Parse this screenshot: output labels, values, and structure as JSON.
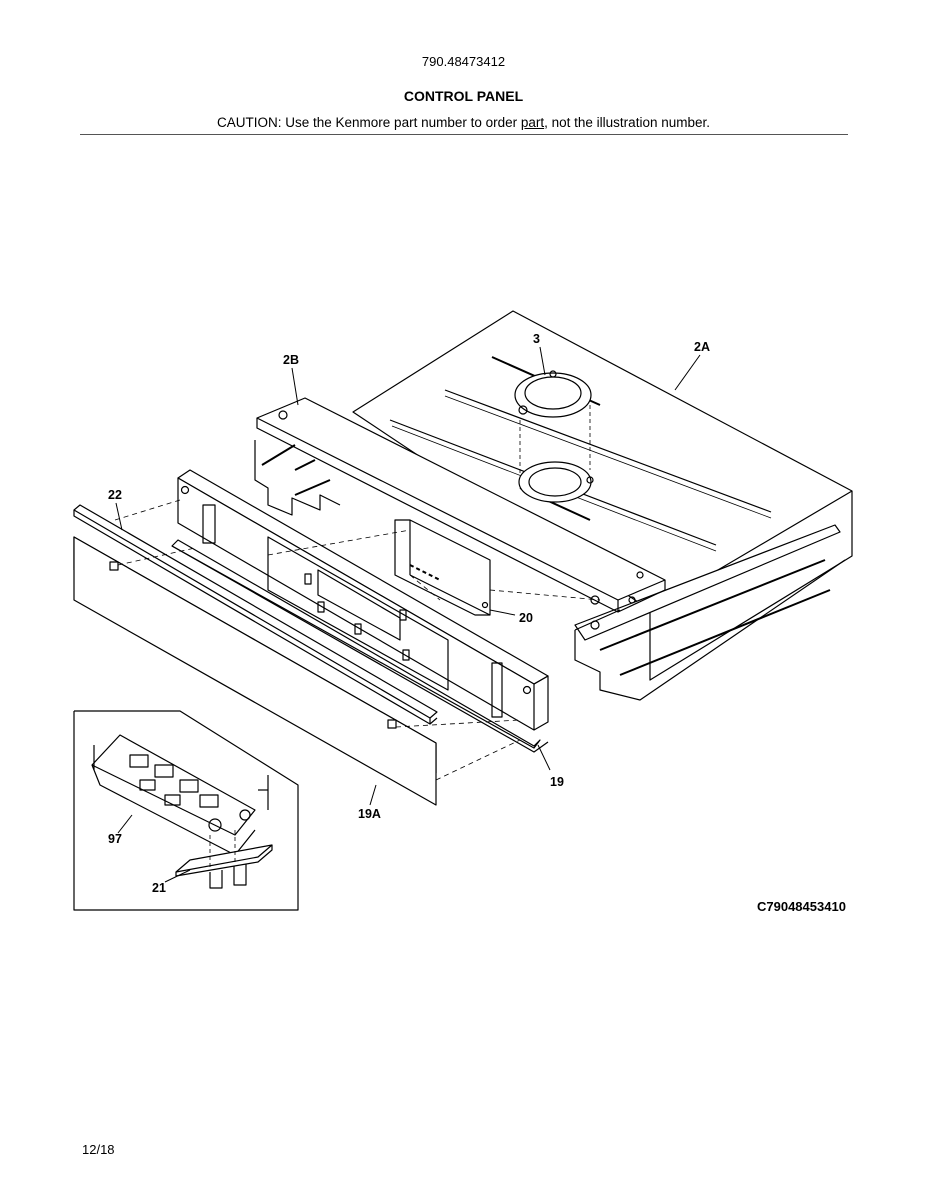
{
  "header": {
    "model_number": "790.48473412",
    "title": "CONTROL PANEL",
    "caution_prefix": "CAUTION: Use the Kenmore part number to order ",
    "caution_link": "part",
    "caution_suffix": ", not the illustration number."
  },
  "callouts": {
    "c3": "3",
    "c2a": "2A",
    "c2b": "2B",
    "c22": "22",
    "c20": "20",
    "c19": "19",
    "c19a": "19A",
    "c97": "97",
    "c21": "21"
  },
  "diagram_code": "C79048453410",
  "footer": {
    "page_date": "12/18"
  }
}
